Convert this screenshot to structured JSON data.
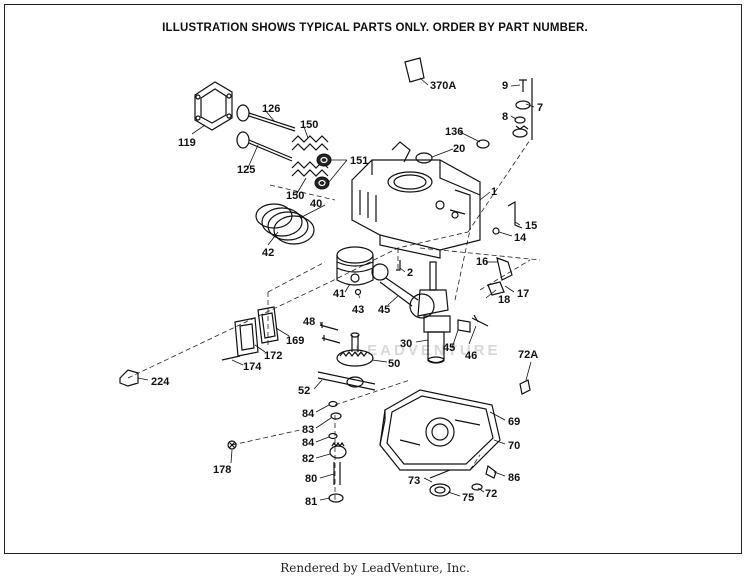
{
  "header": {
    "notice": "ILLUSTRATION SHOWS TYPICAL PARTS ONLY. ORDER BY PART NUMBER."
  },
  "footer": {
    "credit": "Rendered by LeadVenture, Inc."
  },
  "watermark": {
    "text": "LEADVENTURE"
  },
  "parts": [
    "370A",
    "9",
    "7",
    "8",
    "119",
    "126",
    "150",
    "136",
    "20",
    "125",
    "151",
    "1",
    "150",
    "40",
    "15",
    "14",
    "42",
    "2",
    "16",
    "17",
    "41",
    "43",
    "45",
    "18",
    "48",
    "30",
    "45",
    "46",
    "172",
    "169",
    "72A",
    "174",
    "224",
    "50",
    "52",
    "84",
    "69",
    "83",
    "70",
    "84",
    "82",
    "178",
    "80",
    "86",
    "73",
    "72",
    "75",
    "81"
  ]
}
